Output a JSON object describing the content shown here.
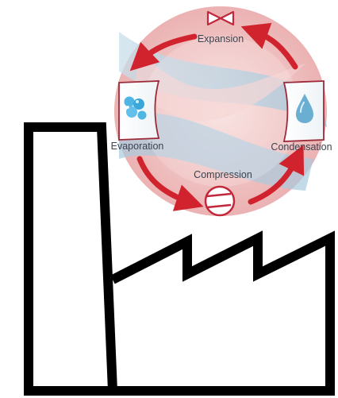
{
  "cycle": {
    "labels": {
      "expansion": "Expansion",
      "evaporation": "Evaporation",
      "compression": "Compression",
      "condensation": "Condensation"
    }
  },
  "colors": {
    "arrow": "#d0232d",
    "outline": "#000000",
    "warm_band": "#e9a9aa",
    "cool_band": "#9ec3d7",
    "valve": "#c2273a",
    "droplet": "#6aaed2",
    "bubbles": "#4fb6e3"
  },
  "icons": [
    "factory-icon",
    "expansion-valve-icon",
    "evaporation-icon",
    "condensation-icon",
    "compressor-icon",
    "cycle-arrow-icon"
  ]
}
